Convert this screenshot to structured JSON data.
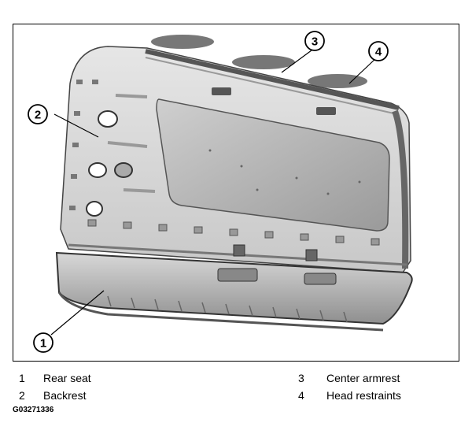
{
  "callouts": [
    {
      "number": "1",
      "label": "Rear seat"
    },
    {
      "number": "2",
      "label": "Backrest"
    },
    {
      "number": "3",
      "label": "Center armrest"
    },
    {
      "number": "4",
      "label": "Head restraints"
    }
  ],
  "figure_id": "G03271336",
  "colors": {
    "panel_light": "#dcdcdc",
    "panel_mid": "#b9b9b9",
    "panel_dark": "#8c8c8c",
    "outline": "#000000"
  }
}
